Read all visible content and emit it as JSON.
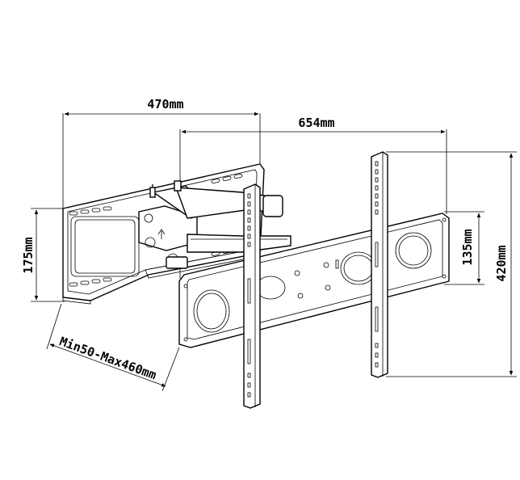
{
  "dimensions": {
    "arm_width": "470mm",
    "total_width": "654mm",
    "wall_plate_height": "175mm",
    "tv_plate_height": "135mm",
    "tv_rail_height": "420mm",
    "extension": "Min50-Max460mm"
  }
}
